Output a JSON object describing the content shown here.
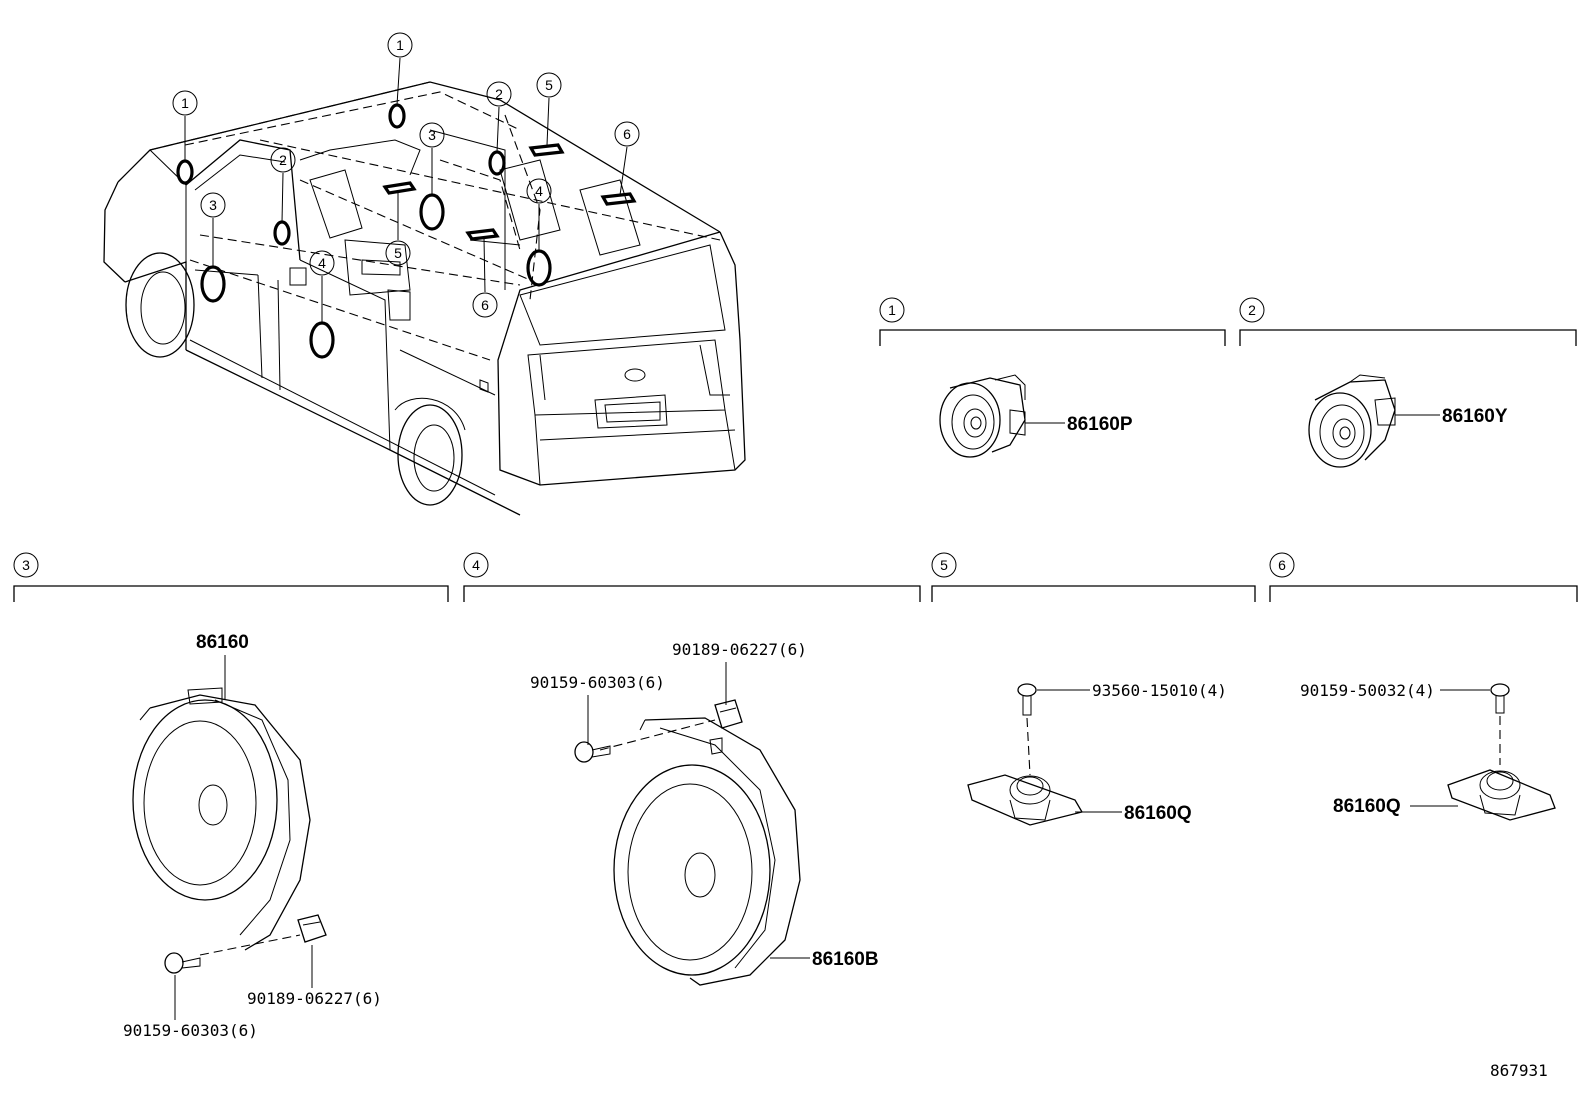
{
  "callout_labels": {
    "c1": "1",
    "c2": "2",
    "c3": "3",
    "c4": "4",
    "c5": "5",
    "c6": "6"
  },
  "sections": [
    {
      "id": "1",
      "parts": [
        "86160P"
      ]
    },
    {
      "id": "2",
      "parts": [
        "86160Y"
      ]
    },
    {
      "id": "3",
      "parts": [
        "86160",
        "90189-06227(6)",
        "90159-60303(6)"
      ]
    },
    {
      "id": "4",
      "parts": [
        "86160B",
        "90189-06227(6)",
        "90159-60303(6)"
      ]
    },
    {
      "id": "5",
      "parts": [
        "86160Q",
        "93560-15010(4)"
      ]
    },
    {
      "id": "6",
      "parts": [
        "86160Q",
        "90159-50032(4)"
      ]
    }
  ],
  "parts": {
    "p_86160P": "86160P",
    "p_86160Y": "86160Y",
    "p_86160": "86160",
    "p_3_clip": "90189-06227(6)",
    "p_3_screw": "90159-60303(6)",
    "p_4_clip": "90189-06227(6)",
    "p_4_screw": "90159-60303(6)",
    "p_86160B": "86160B",
    "p_5_screw": "93560-15010(4)",
    "p_86160Q_5": "86160Q",
    "p_6_screw": "90159-50032(4)",
    "p_86160Q_6": "86160Q"
  },
  "diagram_number": "867931"
}
